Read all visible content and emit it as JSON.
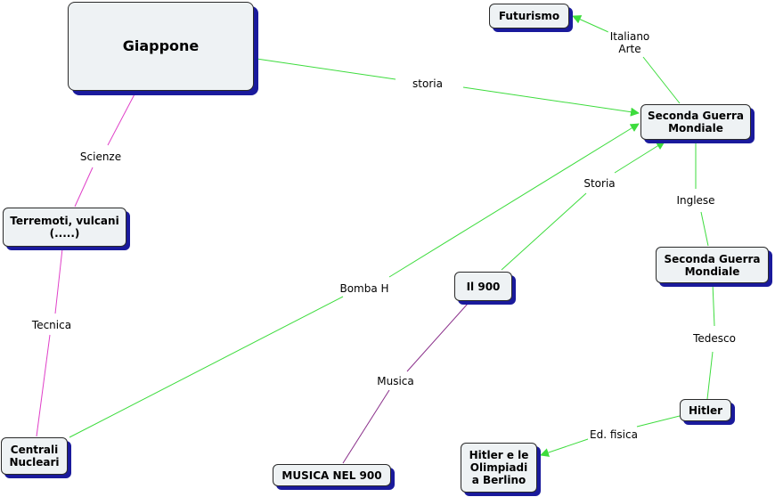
{
  "colors": {
    "green_line": "#3ddc3d",
    "pink_line": "#e040c8",
    "purple_line": "#8a2f8a",
    "node_fill": "#eef2f4",
    "node_shadow": "#1a1a9c"
  },
  "nodes": {
    "giappone": "Giappone",
    "futurismo": "Futurismo",
    "seconda_guerra_1": "Seconda Guerra\nMondiale",
    "terremoti": "Terremoti, vulcani\n(.....)",
    "seconda_guerra_2": "Seconda Guerra\nMondiale",
    "il900": "Il 900",
    "centrali": "Centrali\nNucleari",
    "hitler": "Hitler",
    "musica900": "MUSICA NEL 900",
    "hitler_olimpiadi": "Hitler e le\nOlimpiadi\na Berlino"
  },
  "links": {
    "storia": "storia",
    "italiano_arte": "Italiano\nArte",
    "scienze": "Scienze",
    "storia2": "Storia",
    "inglese": "Inglese",
    "bomba_h": "Bomba H",
    "tecnica": "Tecnica",
    "tedesco": "Tedesco",
    "musica": "Musica",
    "ed_fisica": "Ed. fisica"
  }
}
